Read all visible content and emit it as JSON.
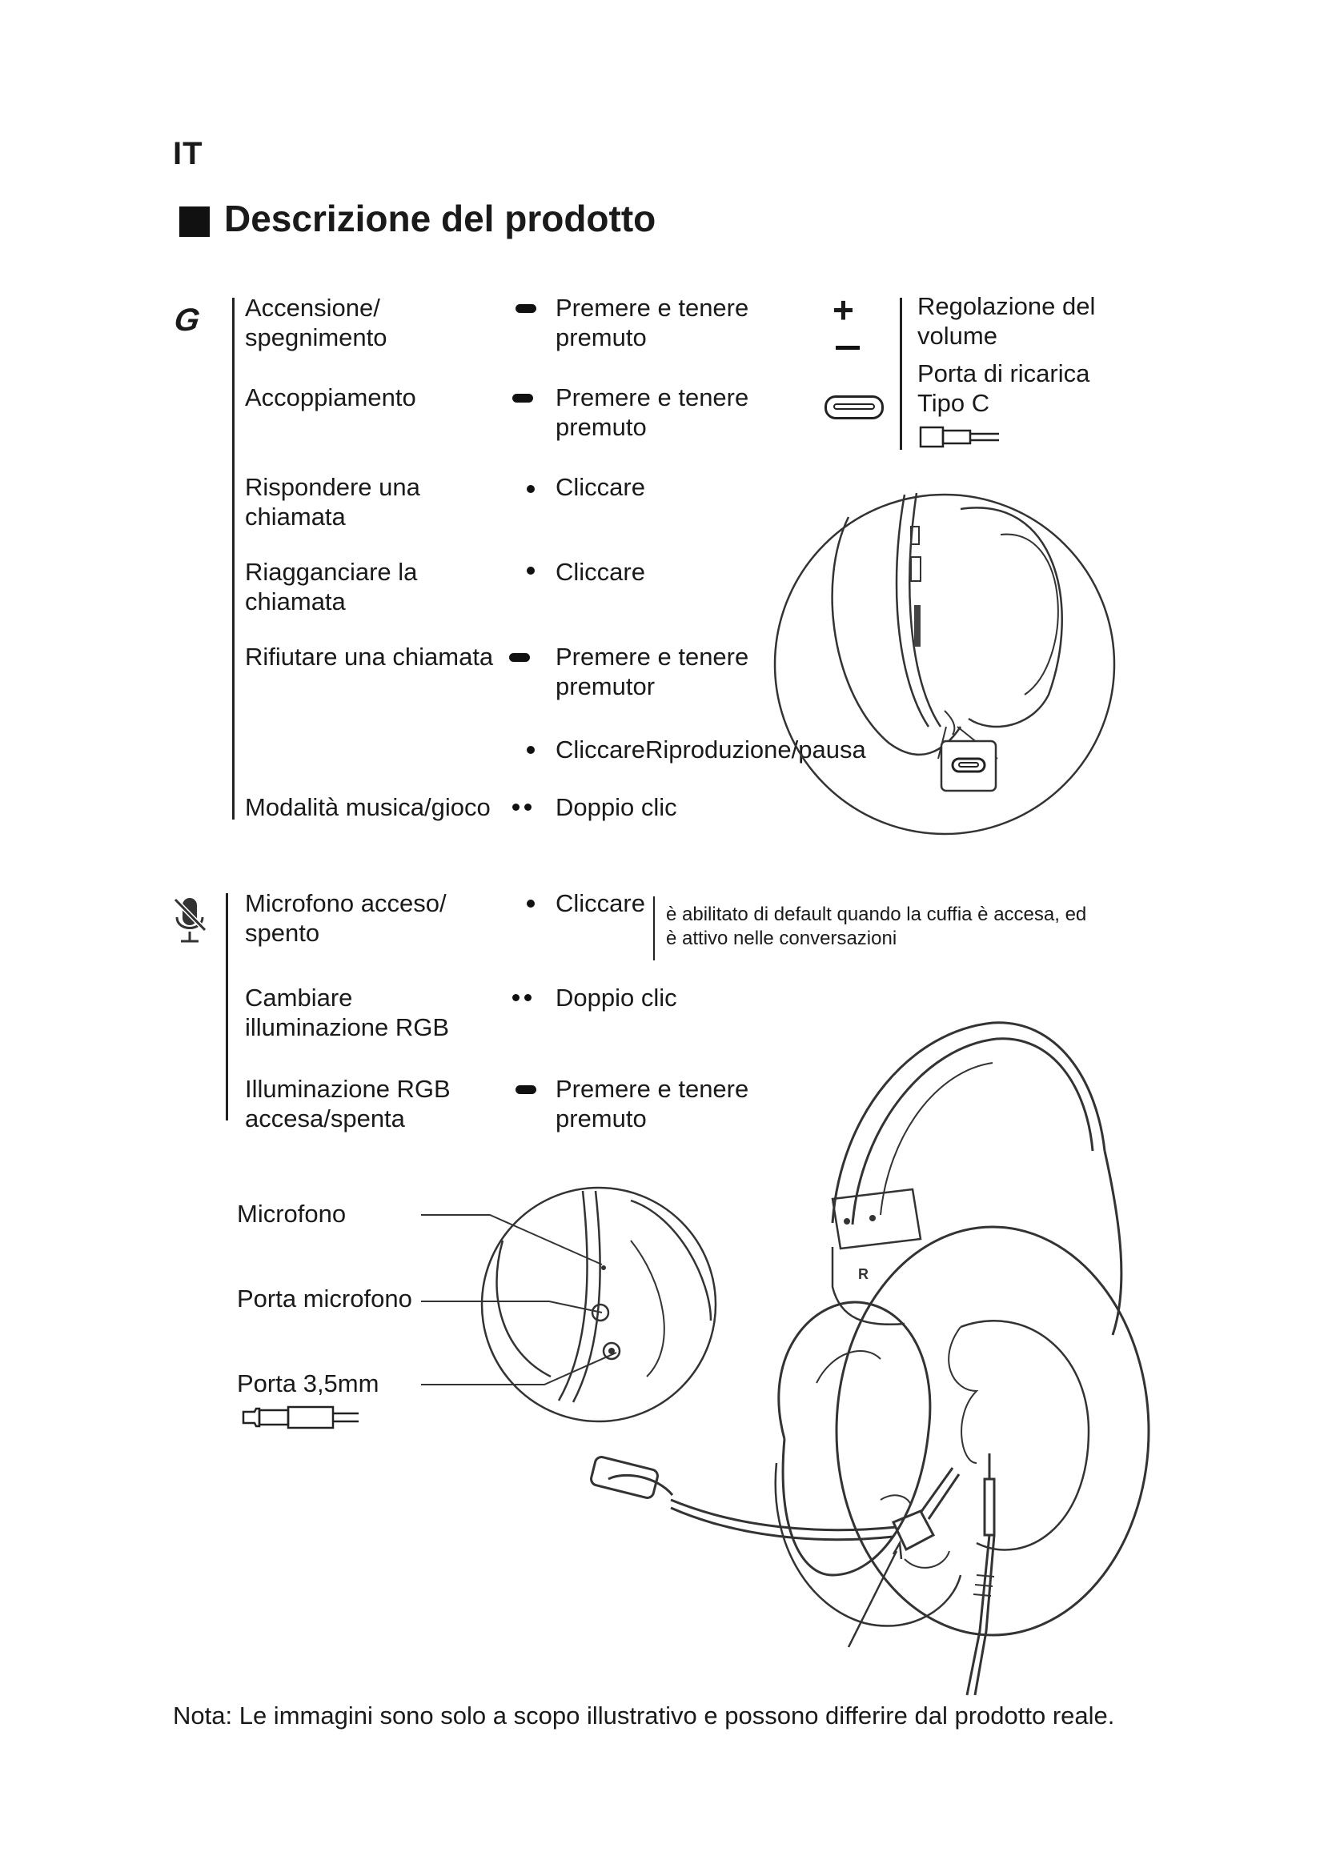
{
  "lang": "IT",
  "title": "Descrizione del prodotto",
  "g_section": {
    "rows": [
      {
        "action": [
          "Accensione/",
          "spegnimento"
        ],
        "op": [
          "Premere e tenere",
          "premuto"
        ]
      },
      {
        "action": [
          "Accoppiamento"
        ],
        "op": [
          "Premere e tenere",
          "premuto"
        ]
      },
      {
        "action": [
          "Rispondere una",
          "chiamata"
        ],
        "op": [
          "Cliccare"
        ]
      },
      {
        "action": [
          "Riagganciare la",
          "chiamata"
        ],
        "op": [
          "Cliccare"
        ]
      },
      {
        "action": [
          "Rifiutare una chiamata"
        ],
        "op": [
          "Premere e tenere",
          "premutor"
        ]
      },
      {
        "action": [
          ""
        ],
        "op": [
          "CliccareRiproduzione/pausa"
        ]
      },
      {
        "action": [
          "Modalità musica/gioco"
        ],
        "op": [
          "Doppio clic"
        ]
      }
    ]
  },
  "side_info": {
    "volume": [
      "Regolazione del",
      "volume"
    ],
    "charging": [
      "Porta di ricarica",
      "Tipo C"
    ]
  },
  "mic_section": {
    "rows": [
      {
        "action": [
          "Microfono acceso/",
          "spento"
        ],
        "op": [
          "Cliccare"
        ]
      },
      {
        "action": [
          "Cambiare",
          "illuminazione RGB"
        ],
        "op": [
          "Doppio clic"
        ]
      },
      {
        "action": [
          "Illuminazione RGB",
          "accesa/spenta"
        ],
        "op": [
          "Premere e tenere",
          "premuto"
        ]
      }
    ],
    "mic_note": [
      "è abilitato di default quando la cuffia è accesa, ed",
      "è attivo nelle conversazioni"
    ]
  },
  "ports": {
    "microfono": "Microfono",
    "porta_microfono": "Porta microfono",
    "porta_35": "Porta 3,5mm"
  },
  "icons": {
    "g_logo": "G",
    "plus": "+",
    "minus": "−",
    "headphone_side": "R"
  },
  "note": "Nota: Le immagini sono solo a scopo illustrativo e possono differire dal prodotto reale."
}
